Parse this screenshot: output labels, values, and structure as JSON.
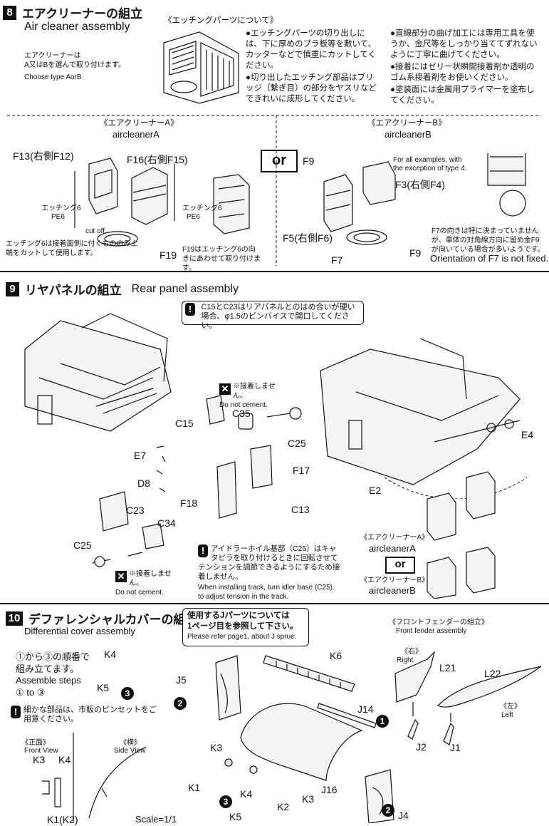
{
  "s8": {
    "num": "8",
    "title_jp": "エアクリーナーの組立",
    "title_en": "Air cleaner assembly",
    "choose_jp1": "エアクリーナーは",
    "choose_jp2": "A又はBを選んで取り付けます。",
    "choose_en": "Choose type AorB",
    "etch_title": "《エッチングパーツについて》",
    "etch_notes": [
      "●エッチングパーツの切り出しには、下に厚めのプラ板等を敷いて、カッターなどで慎重にカットしてください。",
      "●切り出したエッチング部品はブリッジ（繋ぎ目）の部分をヤスリなどできれいに成形してください。",
      "●直線部分の曲げ加工には専用工具を使うか、金尺等をしっかり当ててずれないように丁寧に曲げてください。",
      "●接着にはゼリー状瞬間接着剤か透明のゴム系接着剤をお使いください。",
      "●塗装面には金属用プライマーを塗布してください。"
    ],
    "a_title_jp": "《エアクリーナーA》",
    "a_title_en": "aircleanerA",
    "b_title_jp": "《エアクリーナーB》",
    "b_title_en": "aircleanerB",
    "or": "or",
    "parts_a": {
      "f13": "F13(右側F12)",
      "f16": "F16(右側F15)",
      "f19": "F19",
      "etch6_l": "エッチング6",
      "pe6_l": "PE6",
      "etch6_r": "エッチング6",
      "pe6_r": "PE6",
      "cutoff": "cut off"
    },
    "note_a1": "エッチング6は接着面側に付くもののみ上端をカットして使用します。",
    "note_a2": "F19はエッチング6の向きにあわせて取り付けます。",
    "parts_b": {
      "f9a": "F9",
      "f3": "F3(右側F4)",
      "f5": "F5(右側F6)",
      "f7": "F7",
      "f9b": "F9"
    },
    "note_b_en1": "For all examples, with",
    "note_b_en2": "the exception of type 4.",
    "note_b_jp": "F7の向きは特に決まっていませんが、車体の対角線方向に留め金F9が向いている場合が多いようです。",
    "note_b_en3": "Orientation of F7 is not fixed."
  },
  "s9": {
    "num": "9",
    "title_jp": "リヤパネルの組立",
    "title_en": "Rear panel assembly",
    "warn": "C15とC23はリアパネルとのはめ合いが硬い場合、φ1.5のピンバイスで開口してください。",
    "warn_icon": "!",
    "nocement_jp": "※接着しません。",
    "nocement_en": "Do not cement.",
    "nocement2_jp": "※接着しません。",
    "nocement2_en": "Do not cement.",
    "parts": {
      "c15": "C15",
      "c35": "C35",
      "c25a": "C25",
      "e7": "E7",
      "d8": "D8",
      "f17": "F17",
      "f18": "F18",
      "c13": "C13",
      "c23": "C23",
      "c34": "C34",
      "c25b": "C25",
      "e4": "E4",
      "e2": "E2"
    },
    "idler_jp": "アイドラーホイル基部（C25）はキャタピラを取り付けるときに回転させてテンションを調節できるようにするため接着しません。",
    "idler_en": "When installing track, turn idler base (C25) to adjust tension in the track.",
    "ac_a_jp": "《エアクリーナーA》",
    "ac_a_en": "aircleanerA",
    "or": "or",
    "ac_b_jp": "《エアクリーナーB》",
    "ac_b_en": "aircleanerB"
  },
  "s10": {
    "num": "10",
    "title_jp": "デファレンシャルカバーの組立",
    "title_en": "Differential cover assembly",
    "jparts_jp1": "使用するJパーツについては",
    "jparts_jp2": "1ページ目を参照して下さい。",
    "jparts_en": "Please refer page1, about J sprue.",
    "steps_jp1": "①から③の順番で",
    "steps_jp2": "組み立てます。",
    "steps_en1": "Assemble steps",
    "steps_en2": "① to ③",
    "tweezers": "細かな部品は、市販のピンセットをご用意ください。",
    "front_jp": "《正面》",
    "front_en": "Front View",
    "side_jp": "《横》",
    "side_en": "Side View",
    "scale": "Scale=1/1",
    "fender_jp": "《フロントフェンダーの組立》",
    "fender_en": "Front fender assembly",
    "right_jp": "《右》",
    "right_en": "Right",
    "left_jp": "《左》",
    "left_en": "Left",
    "parts": {
      "k4a": "K4",
      "k5a": "K5",
      "k3v": "K3",
      "k4v": "K4",
      "k1k2": "K1(K2)",
      "j5": "J5",
      "k6": "K6",
      "j14": "J14",
      "k3a": "K3",
      "k1": "K1",
      "k4b": "K4",
      "k5b": "K5",
      "k2": "K2",
      "k3b": "K3",
      "j16": "J16",
      "j4": "J4",
      "l21": "L21",
      "l22": "L22",
      "j2": "J2",
      "j1": "J1"
    },
    "step1": "1",
    "step2": "2",
    "step3": "3"
  }
}
